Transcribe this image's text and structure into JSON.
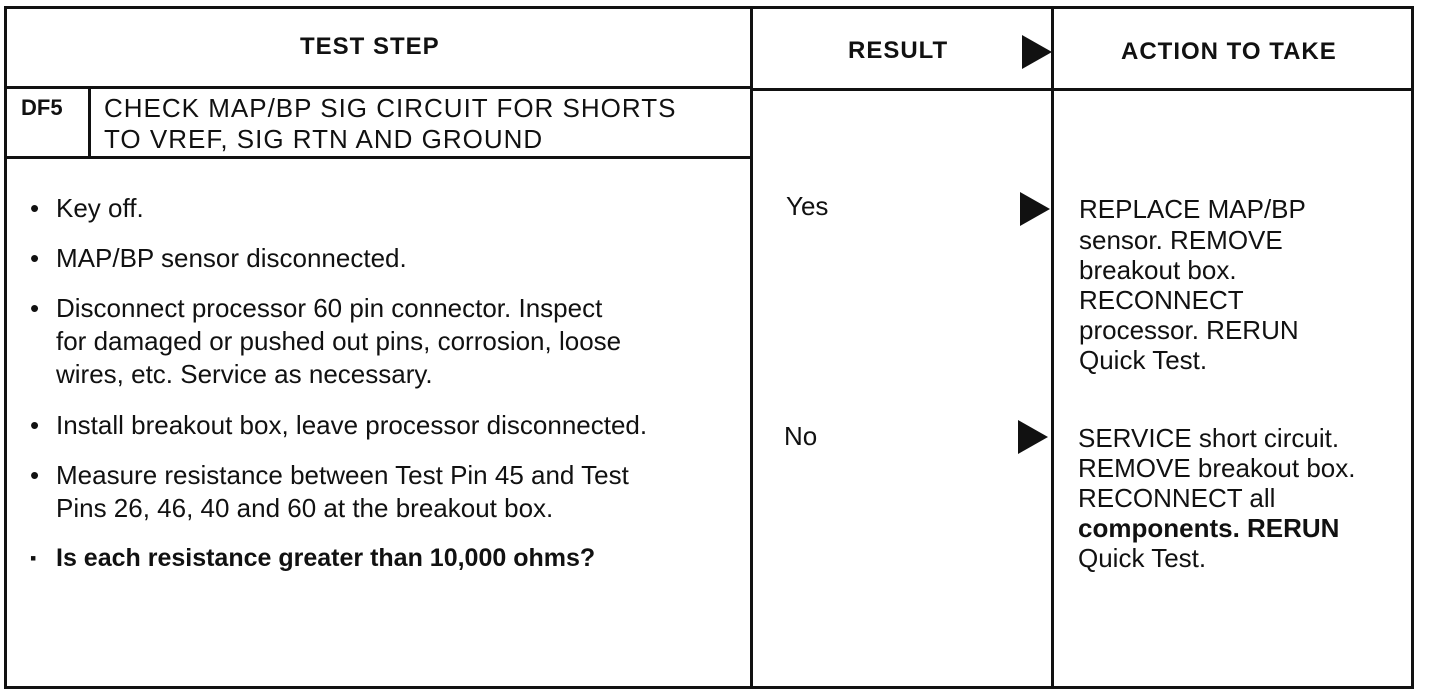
{
  "header": {
    "test_step": "TEST STEP",
    "result": "RESULT",
    "action": "ACTION TO TAKE"
  },
  "step": {
    "id": "DF5",
    "title_line1": "CHECK MAP/BP SIG CIRCUIT FOR SHORTS",
    "title_line2": "TO VREF, SIG RTN AND GROUND"
  },
  "instructions": [
    {
      "bullet": "•",
      "lines": [
        "Key off."
      ]
    },
    {
      "bullet": "•",
      "lines": [
        "MAP/BP sensor disconnected."
      ]
    },
    {
      "bullet": "•",
      "lines": [
        "Disconnect processor 60 pin connector. Inspect",
        "for damaged or pushed out pins, corrosion, loose",
        "wires, etc. Service as necessary."
      ]
    },
    {
      "bullet": "•",
      "lines": [
        "Install breakout box, leave processor disconnected."
      ]
    },
    {
      "bullet": "•",
      "lines": [
        "Measure resistance between Test Pin 45 and Test",
        "Pins 26, 46, 40 and 60 at the breakout box."
      ]
    },
    {
      "bullet": "▪",
      "lines": [
        "Is each resistance greater than 10,000 ohms?"
      ]
    }
  ],
  "results": [
    {
      "result": "Yes",
      "action_lines": [
        "REPLACE MAP/BP",
        "sensor. REMOVE",
        "breakout box.",
        "RECONNECT",
        "processor. RERUN",
        "Quick Test."
      ]
    },
    {
      "result": "No",
      "action_lines": [
        "SERVICE short circuit.",
        "REMOVE breakout box.",
        "RECONNECT all",
        "components. RERUN",
        "Quick Test."
      ]
    }
  ]
}
